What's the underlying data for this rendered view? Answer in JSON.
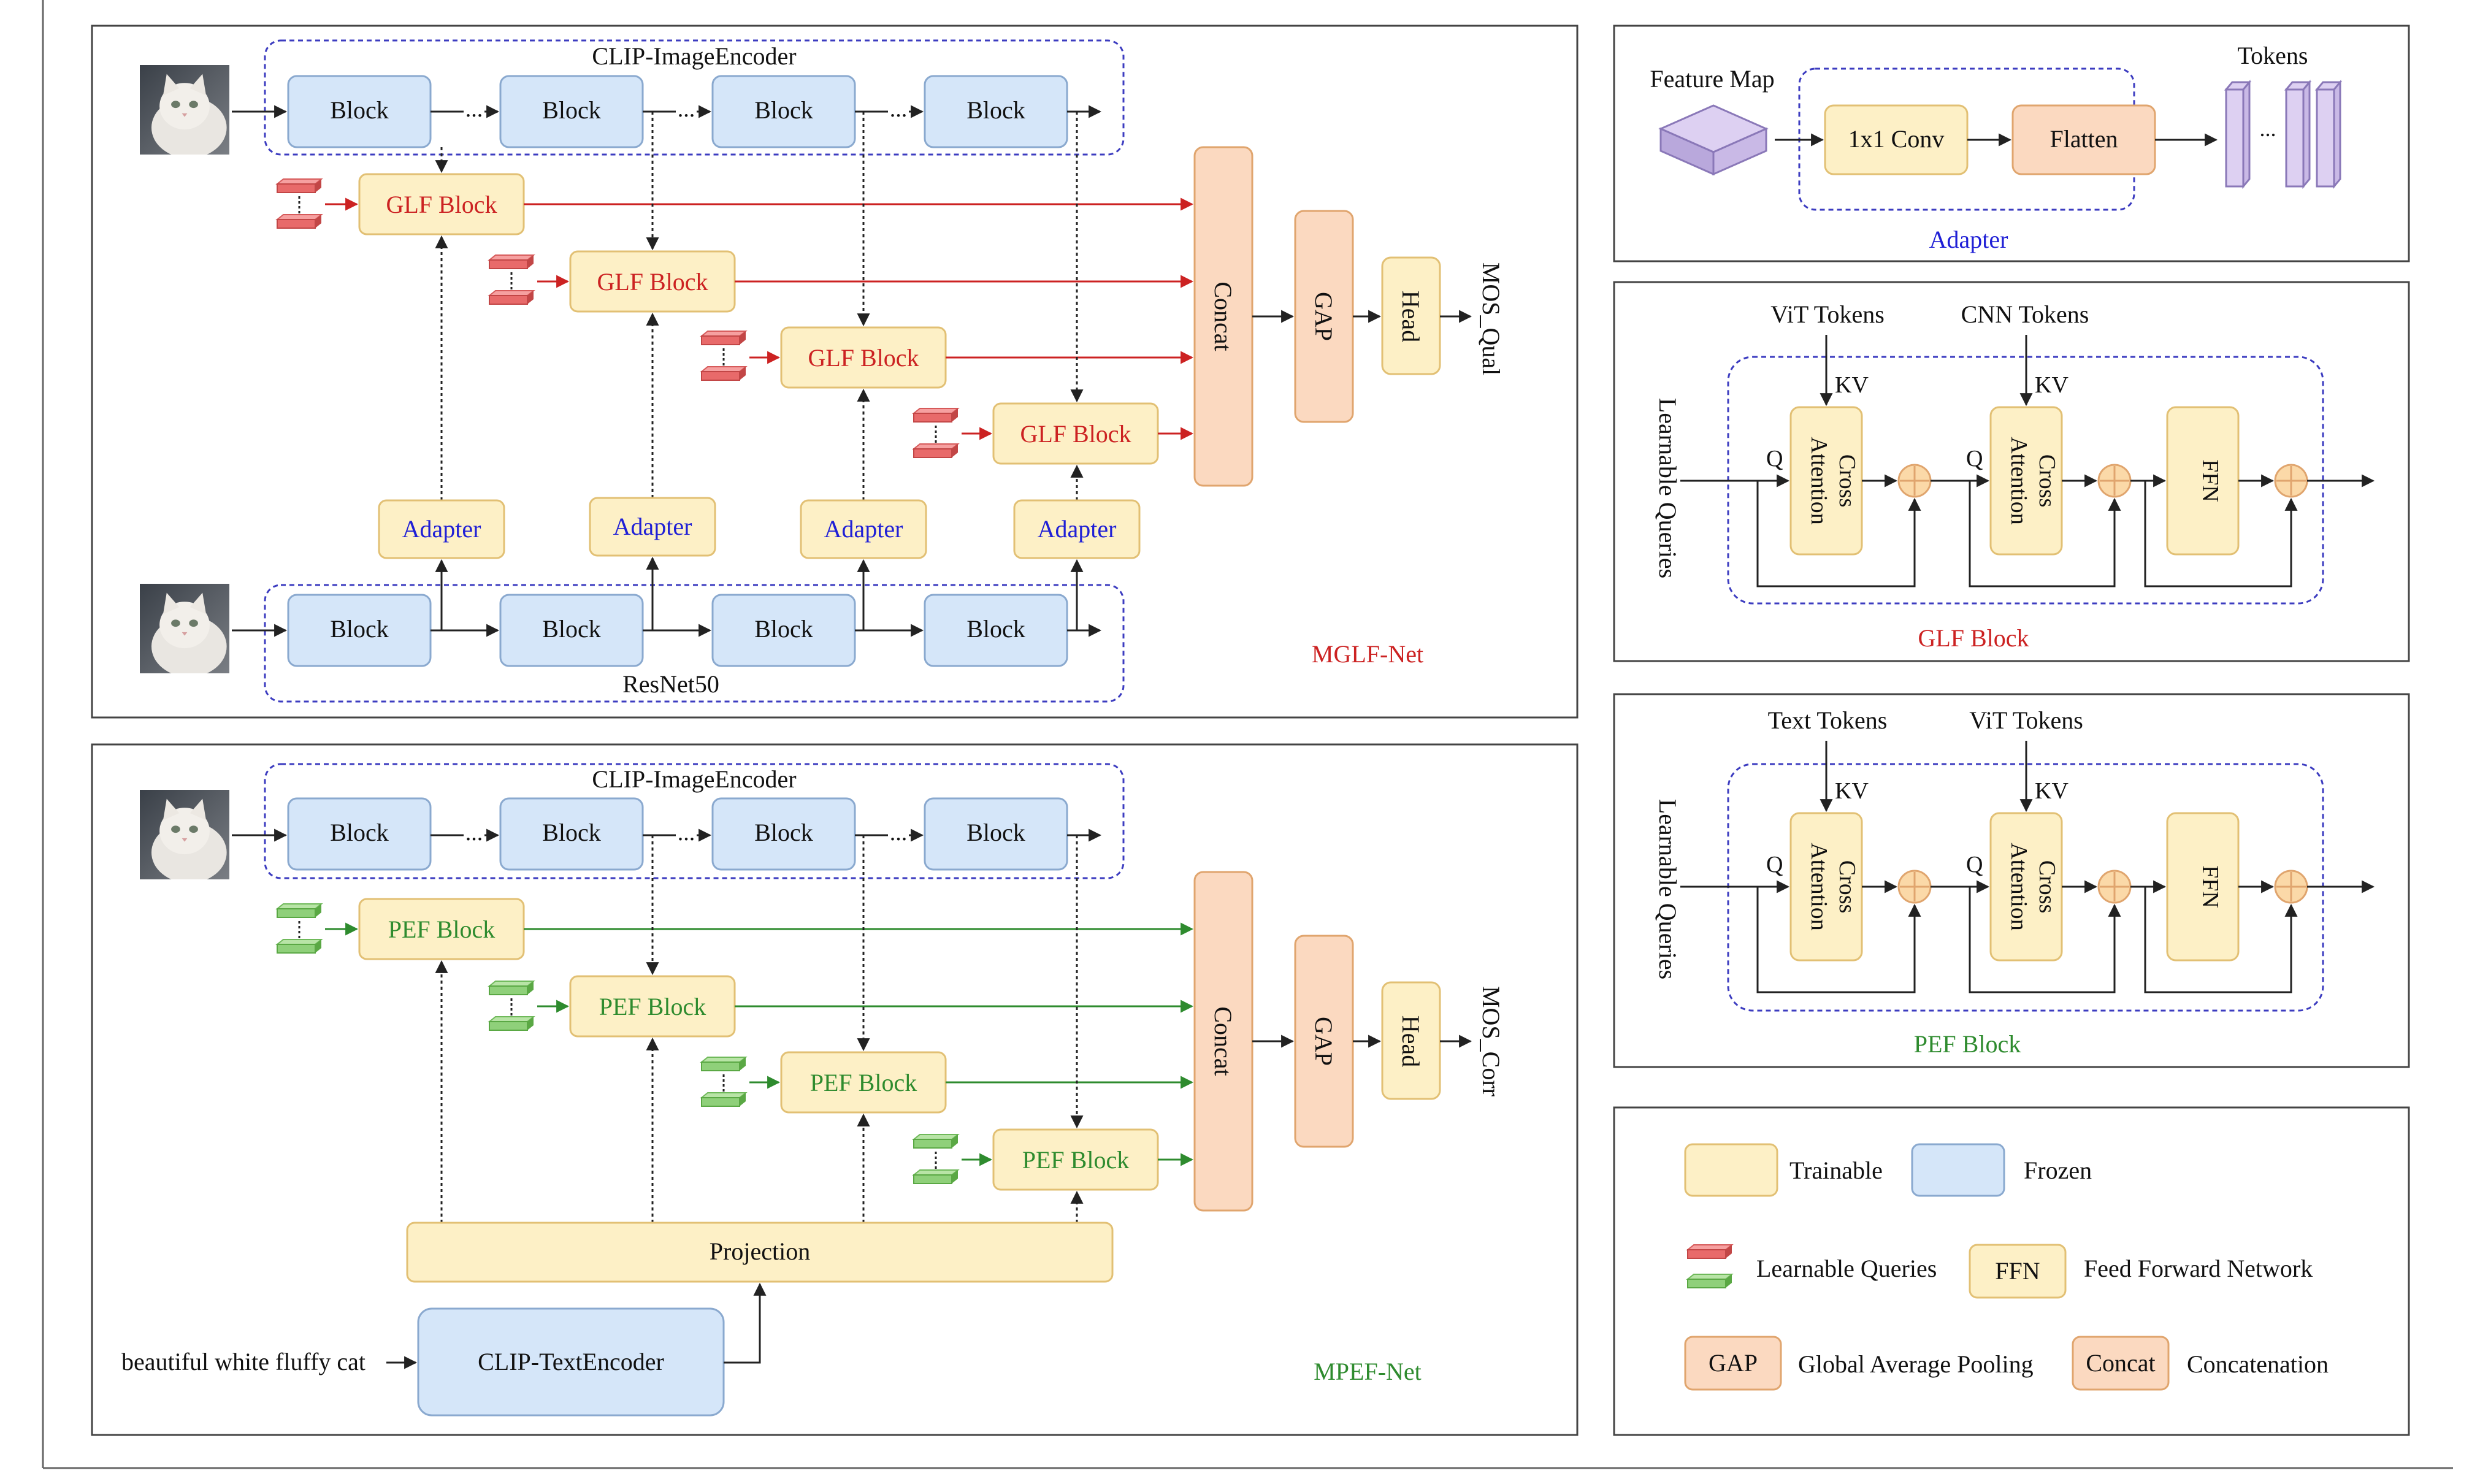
{
  "mglf": {
    "encoder_title": "CLIP-ImageEncoder",
    "block_label": "Block",
    "dots": "...",
    "glf_label": "GLF Block",
    "adapter_label": "Adapter",
    "resnet_label": "ResNet50",
    "concat": "Concat",
    "gap": "GAP",
    "head": "Head",
    "output": "MOS_Qual",
    "net_name": "MGLF-Net"
  },
  "mpef": {
    "encoder_title": "CLIP-ImageEncoder",
    "block_label": "Block",
    "dots": "...",
    "pef_label": "PEF Block",
    "projection": "Projection",
    "text_encoder": "CLIP-TextEncoder",
    "prompt": "beautiful white fluffy cat",
    "concat": "Concat",
    "gap": "GAP",
    "head": "Head",
    "output": "MOS_Corr",
    "net_name": "MPEF-Net"
  },
  "adapter_panel": {
    "feature_map": "Feature Map",
    "conv": "1x1 Conv",
    "flatten": "Flatten",
    "tokens": "Tokens",
    "dots": "...",
    "caption": "Adapter"
  },
  "glf_panel": {
    "input1": "ViT Tokens",
    "input2": "CNN Tokens",
    "kv": "KV",
    "q": "Q",
    "queries": "Learnable Queries",
    "cross_line1": "Cross",
    "cross_line2": "Attention",
    "ffn": "FFN",
    "caption": "GLF Block"
  },
  "pef_panel": {
    "input1": "Text Tokens",
    "input2": "ViT Tokens",
    "kv": "KV",
    "q": "Q",
    "queries": "Learnable Queries",
    "cross_line1": "Cross",
    "cross_line2": "Attention",
    "ffn": "FFN",
    "caption": "PEF Block"
  },
  "legend": {
    "trainable": "Trainable",
    "frozen": "Frozen",
    "learnable_queries": "Learnable Queries",
    "ffn_box": "FFN",
    "ffn_desc": "Feed Forward Network",
    "gap_box": "GAP",
    "gap_desc": "Global Average Pooling",
    "concat_box": "Concat",
    "concat_desc": "Concatenation"
  },
  "colors": {
    "trainable_fill": "#fdf0c6",
    "trainable_stroke": "#e2c074",
    "frozen_fill": "#d5e6f9",
    "frozen_stroke": "#8aa9cf",
    "concat_fill": "#fbd9c0",
    "concat_stroke": "#e0a56e",
    "glf_text": "#cc2222",
    "pef_text": "#2e8b2e",
    "adapter_text": "#1f1fd6",
    "dashed_border": "#3c3cc0"
  }
}
